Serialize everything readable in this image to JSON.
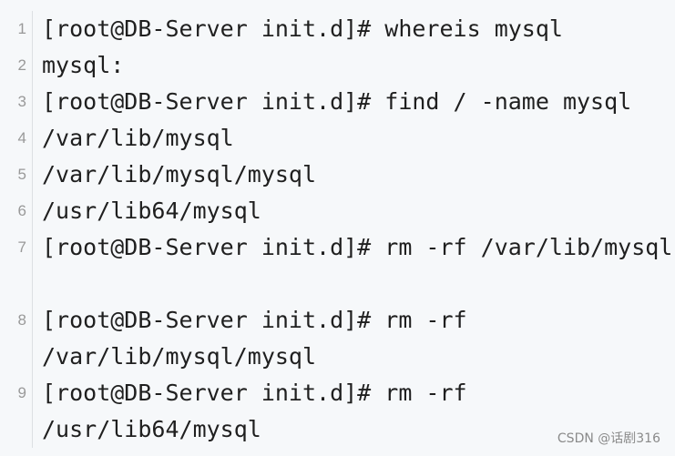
{
  "lines": [
    {
      "num": "1",
      "text": "[root@DB-Server init.d]# whereis mysql"
    },
    {
      "num": "2",
      "text": "mysql:"
    },
    {
      "num": "3",
      "text": "[root@DB-Server init.d]# find / -name mysql"
    },
    {
      "num": "4",
      "text": "/var/lib/mysql"
    },
    {
      "num": "5",
      "text": "/var/lib/mysql/mysql"
    },
    {
      "num": "6",
      "text": "/usr/lib64/mysql"
    },
    {
      "num": "7",
      "text": "[root@DB-Server init.d]# rm -rf /var/lib/mysql"
    },
    {
      "num": "8",
      "text": "[root@DB-Server init.d]# rm -rf /var/lib/mysql/mysql"
    },
    {
      "num": "9",
      "text": "[root@DB-Server init.d]# rm -rf /usr/lib64/mysql"
    }
  ],
  "watermark": "CSDN @话剧316"
}
